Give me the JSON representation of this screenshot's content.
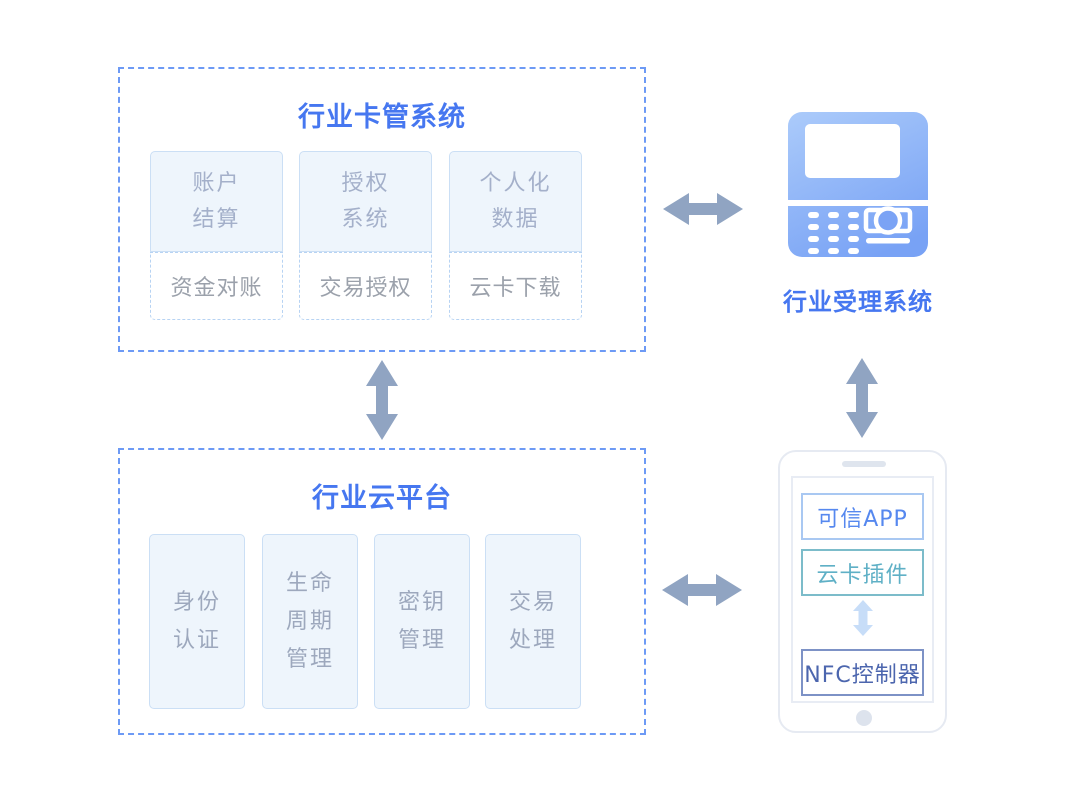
{
  "card_system": {
    "title": "行业卡管系统",
    "modules": [
      {
        "lines": [
          "账户",
          "结算"
        ],
        "sub": "资金对账"
      },
      {
        "lines": [
          "授权",
          "系统"
        ],
        "sub": "交易授权"
      },
      {
        "lines": [
          "个人化",
          "数据"
        ],
        "sub": "云卡下载"
      }
    ]
  },
  "acceptance": {
    "label": "行业受理系统"
  },
  "cloud_platform": {
    "title": "行业云平台",
    "modules": [
      {
        "lines": [
          "身份",
          "认证"
        ]
      },
      {
        "lines": [
          "生命",
          "周期",
          "管理"
        ]
      },
      {
        "lines": [
          "密钥",
          "管理"
        ]
      },
      {
        "lines": [
          "交易",
          "处理"
        ]
      }
    ]
  },
  "phone": {
    "trusted_app": "可信APP",
    "cloud_card_plugin": "云卡插件",
    "nfc_controller": "NFC控制器"
  },
  "colors": {
    "title_blue": "#4677F0",
    "panel_dash_blue": "#6D9AF5",
    "module_fill": "#EEF5FC",
    "module_border": "#CBDFF5",
    "module_text": "#A4B0CA",
    "sub_text": "#9BA1AB",
    "arrow_gray_blue": "#90A4C2",
    "pos_gradient_start": "#A9C9FA",
    "pos_gradient_end": "#78A2F5",
    "trusted_app_blue": "#5688EF",
    "plugin_teal": "#5FB0C6",
    "nfc_indigo": "#4C66AE",
    "phone_inner_arrow": "#C7DDF8"
  }
}
